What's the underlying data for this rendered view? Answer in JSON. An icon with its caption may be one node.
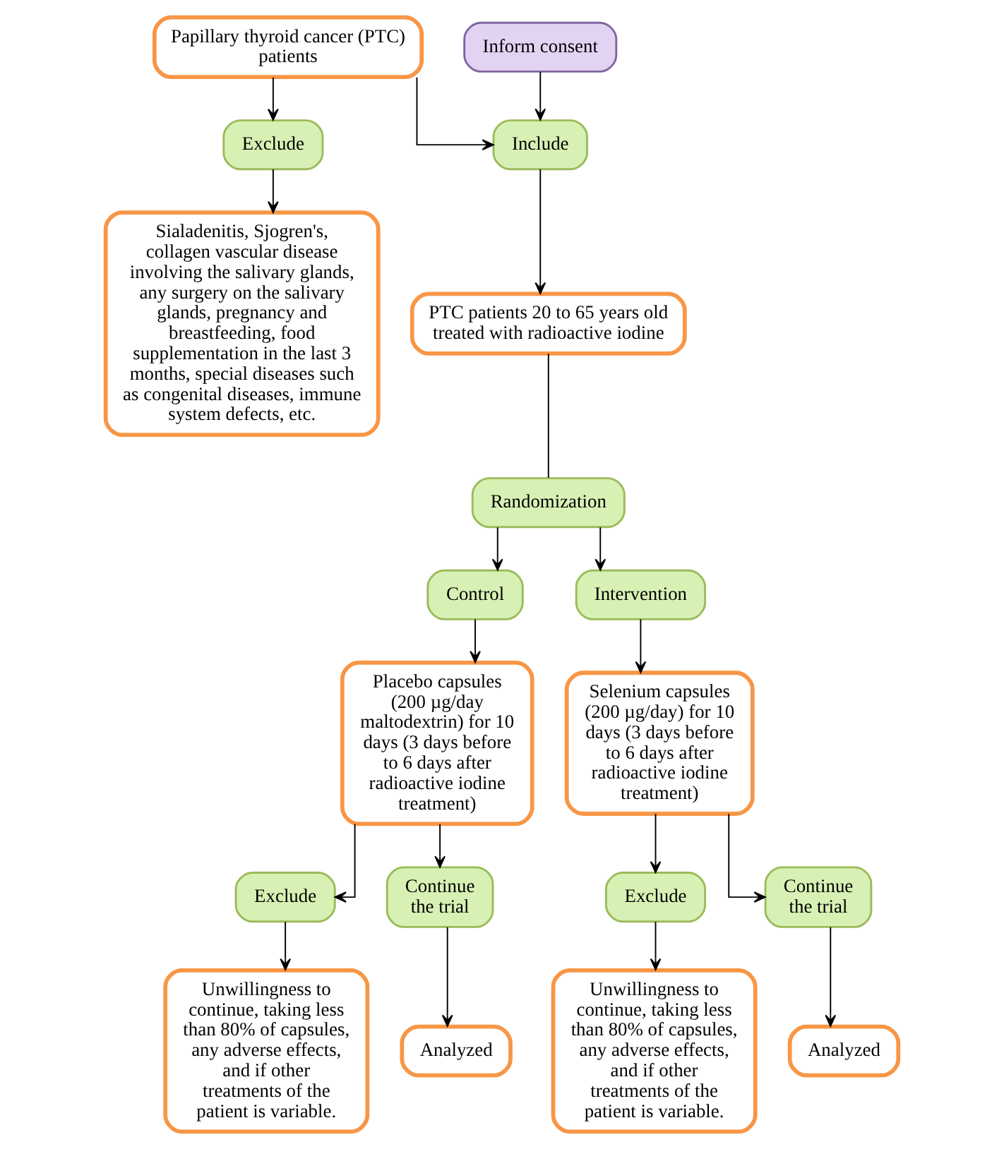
{
  "diagram": {
    "nodes": [
      {
        "text": [
          "Papillary thyroid cancer (PTC) patients"
        ]
      },
      {
        "text": [
          "Inform consent"
        ]
      },
      {
        "text": [
          "Exclude"
        ]
      },
      {
        "text": [
          "Include"
        ]
      },
      {
        "text": [
          "Sialadenitis, Sjogren's, collagen vascular disease involving the salivary glands, any surgery on the salivary glands, pregnancy and breastfeeding, food supplementation in the last 3 months, special diseases such as congenital diseases, immune system defects, etc."
        ]
      },
      {
        "text": [
          "PTC patients 20 to 65 years old treated with radioactive iodine"
        ]
      },
      {
        "text": [
          "Randomization"
        ]
      },
      {
        "text": [
          "Control"
        ]
      },
      {
        "text": [
          "Intervention"
        ]
      },
      {
        "text": [
          "Placebo capsules (200 µg/day maltodextrin) for 10 days (3 days before to 6 days after radioactive iodine treatment)"
        ]
      },
      {
        "text": [
          "Selenium capsules (200 µg/day) for 10 days (3 days before to 6 days after radioactive iodine treatment)"
        ]
      },
      {
        "text": [
          "Exclude"
        ]
      },
      {
        "text": [
          "Continue the trial"
        ]
      },
      {
        "text": [
          "Exclude"
        ]
      },
      {
        "text": [
          "Continue the trial"
        ]
      },
      {
        "text": [
          "Unwillingness to continue, taking less than 80% of capsules, any adverse effects, and if other treatments of the patient is variable."
        ]
      },
      {
        "text": [
          "Analyzed"
        ]
      },
      {
        "text": [
          "Unwillingness to continue, taking less than 80% of capsules, any adverse effects, and if other treatments of the patient is variable."
        ]
      },
      {
        "text": [
          "Analyzed"
        ]
      }
    ],
    "edges": [
      {
        "from": 0,
        "to": 2,
        "arrow": "to"
      },
      {
        "from": 0,
        "to": 3,
        "arrow": "to"
      },
      {
        "from": 1,
        "to": 3,
        "arrow": "to"
      },
      {
        "from": 2,
        "to": 4,
        "arrow": "to"
      },
      {
        "from": 3,
        "to": 5,
        "arrow": "to"
      },
      {
        "from": 5,
        "to": 6,
        "arrow": "none"
      },
      {
        "from": 6,
        "to": 7,
        "arrow": "to"
      },
      {
        "from": 6,
        "to": 8,
        "arrow": "to"
      },
      {
        "from": 7,
        "to": 9,
        "arrow": "to"
      },
      {
        "from": 8,
        "to": 10,
        "arrow": "to"
      },
      {
        "from": 9,
        "to": 11,
        "arrow": "to"
      },
      {
        "from": 9,
        "to": 12,
        "arrow": "to"
      },
      {
        "from": 10,
        "to": 13,
        "arrow": "to"
      },
      {
        "from": 10,
        "to": 14,
        "arrow": "to"
      },
      {
        "from": 11,
        "to": 15,
        "arrow": "to"
      },
      {
        "from": 12,
        "to": 16,
        "arrow": "to"
      },
      {
        "from": 13,
        "to": 17,
        "arrow": "to"
      },
      {
        "from": 14,
        "to": 18,
        "arrow": "to"
      }
    ]
  }
}
